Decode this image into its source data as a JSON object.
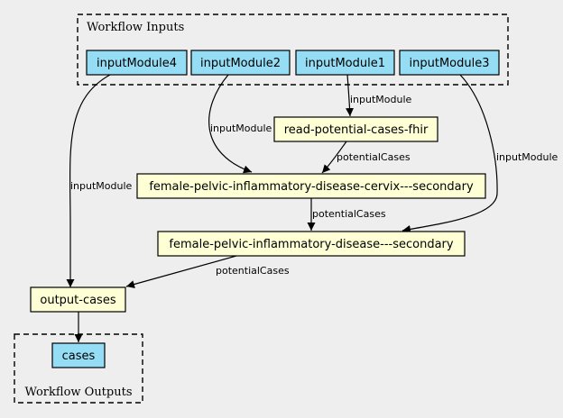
{
  "clusters": {
    "inputs_title": "Workflow Inputs",
    "outputs_title": "Workflow Outputs"
  },
  "nodes": {
    "input4": "inputModule4",
    "input2": "inputModule2",
    "input1": "inputModule1",
    "input3": "inputModule3",
    "read": "read-potential-cases-fhir",
    "cervix": "female-pelvic-inflammatory-disease-cervix---secondary",
    "secondary": "female-pelvic-inflammatory-disease---secondary",
    "output": "output-cases",
    "cases": "cases"
  },
  "edges": {
    "input1_to_read": "inputModule",
    "input2_to_cervix": "inputModule",
    "read_to_cervix": "potentialCases",
    "input4_to_output": "inputModule",
    "input3_to_secondary": "inputModule",
    "cervix_to_secondary": "potentialCases",
    "secondary_to_output": "potentialCases"
  },
  "colors": {
    "input_fill": "#94ddf4",
    "step_fill": "#ffffd5",
    "background": "#eeeeee"
  }
}
